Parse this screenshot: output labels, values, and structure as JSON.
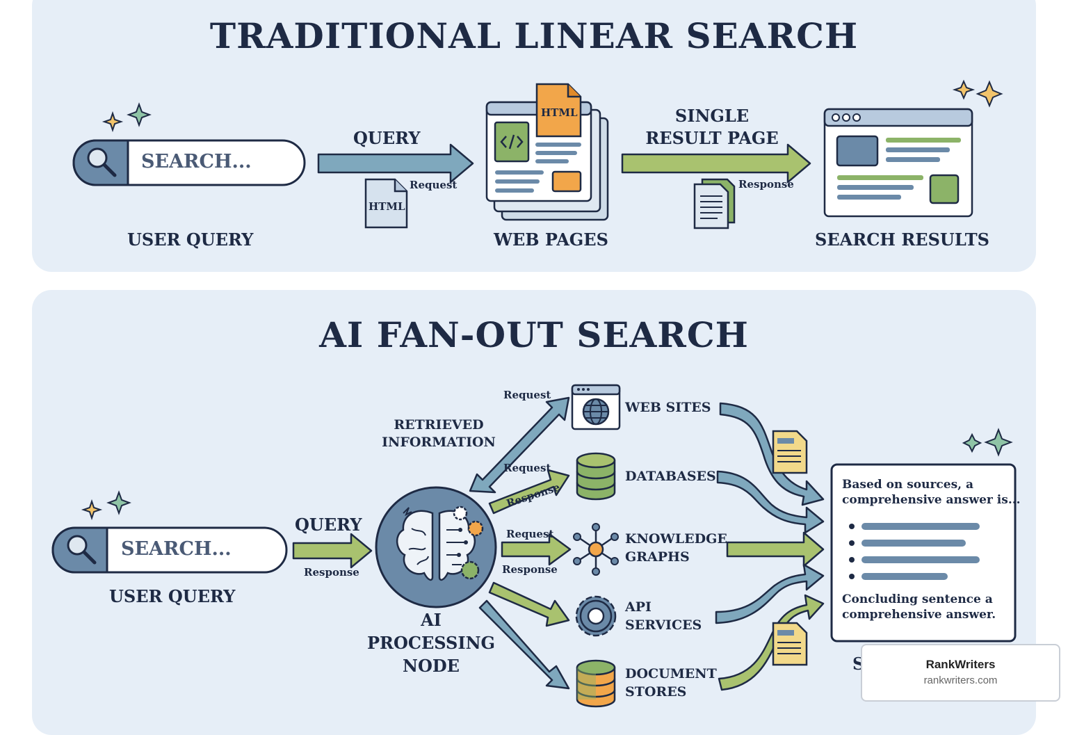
{
  "traditional": {
    "title": "TRADITIONAL LINEAR SEARCH",
    "search_placeholder": "SEARCH...",
    "user_query_label": "USER QUERY",
    "query_arrow_label": "QUERY",
    "request_label": "Request",
    "html_doc_label": "HTML",
    "web_pages_html_label": "HTML",
    "web_pages_label": "WEB PAGES",
    "single_result_label_1": "SINGLE",
    "single_result_label_2": "RESULT PAGE",
    "response_label": "Response",
    "search_results_label": "SEARCH RESULTS"
  },
  "fanout": {
    "title": "AI FAN-OUT SEARCH",
    "search_placeholder": "SEARCH...",
    "user_query_label": "USER QUERY",
    "query_label": "QUERY",
    "query_response_label": "Response",
    "retrieved_label_1": "RETRIEVED",
    "retrieved_label_2": "INFORMATION",
    "ai_node_label_1": "AI",
    "ai_node_label_2": "PROCESSING",
    "ai_node_label_3": "NODE",
    "sources": [
      {
        "label_1": "WEB SITES",
        "label_2": "",
        "icon": "globe-browser-icon"
      },
      {
        "label_1": "DATABASES",
        "label_2": "",
        "icon": "database-icon"
      },
      {
        "label_1": "KNOWLEDGE",
        "label_2": "GRAPHS",
        "icon": "knowledge-graph-icon"
      },
      {
        "label_1": "API",
        "label_2": "SERVICES",
        "icon": "gear-icon"
      },
      {
        "label_1": "DOCUMENT",
        "label_2": "STORES",
        "icon": "database-icon"
      }
    ],
    "request_labels": [
      "Request",
      "Request",
      "Request"
    ],
    "response_labels": [
      "Response",
      "Response"
    ],
    "answer_card": {
      "intro_1": "Based on sources, a",
      "intro_2": "comprehensive answer is...",
      "conclusion_1": "Concluding sentence a",
      "conclusion_2": "comprehensive answer.",
      "cut_label": "S"
    }
  },
  "watermark": {
    "name": "RankWriters",
    "url": "rankwriters.com"
  },
  "colors": {
    "background": "#e6eef7",
    "navy": "#1e2a44",
    "blue_arrow": "#7fa8bd",
    "green_arrow": "#a9c26f",
    "orange": "#f2a64a",
    "green_fill": "#8cb368",
    "steel": "#6b8aa8"
  }
}
